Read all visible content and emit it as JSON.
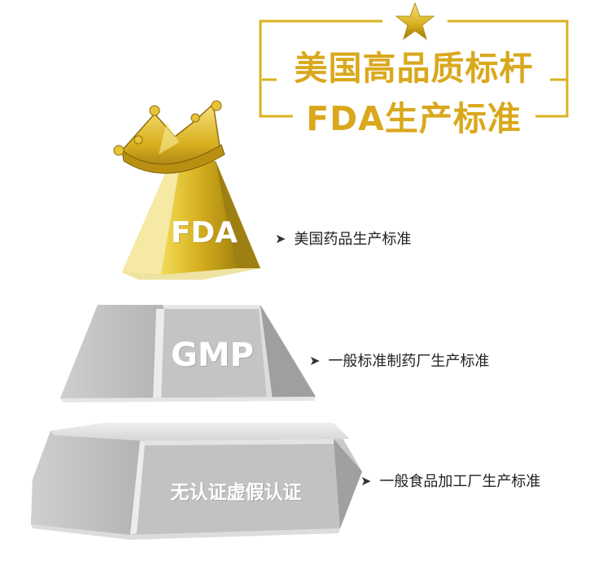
{
  "title": {
    "line1": "美国高品质标杆",
    "line2": "FDA生产标准"
  },
  "tiers": [
    {
      "label": "FDA",
      "description": "美国药品生产标准"
    },
    {
      "label": "GMP",
      "description": "一般标准制药厂生产标准"
    },
    {
      "label": "无认证虚假认证",
      "description": "一般食品加工厂生产标准"
    }
  ],
  "colors": {
    "gold": "#d9b21d",
    "gold_dark": "#b08d12",
    "silver": "#b9b9b9",
    "silver_dark": "#9a9a9a"
  },
  "icons": {
    "top": "star-icon",
    "crown": "crown-icon",
    "bullet": "arrow-right-icon"
  }
}
